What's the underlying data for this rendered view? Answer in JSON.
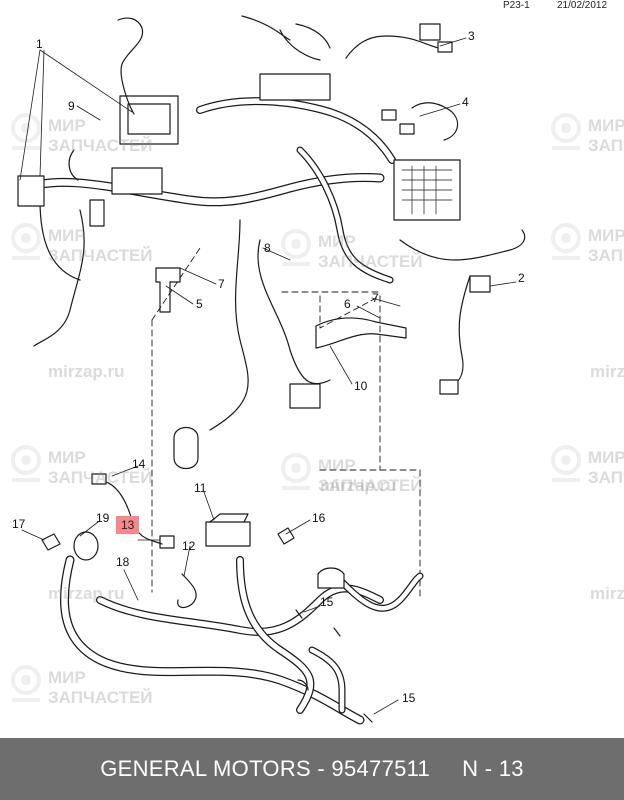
{
  "header": {
    "code": "P23-1",
    "date": "21/02/2012"
  },
  "callouts": [
    {
      "id": "c1",
      "label": "1"
    },
    {
      "id": "c2",
      "label": "2"
    },
    {
      "id": "c3",
      "label": "3"
    },
    {
      "id": "c4",
      "label": "4"
    },
    {
      "id": "c5",
      "label": "5"
    },
    {
      "id": "c6",
      "label": "6"
    },
    {
      "id": "c7a",
      "label": "7"
    },
    {
      "id": "c7b",
      "label": "7"
    },
    {
      "id": "c8",
      "label": "8"
    },
    {
      "id": "c9",
      "label": "9"
    },
    {
      "id": "c10",
      "label": "10"
    },
    {
      "id": "c11",
      "label": "11"
    },
    {
      "id": "c12",
      "label": "12"
    },
    {
      "id": "c13",
      "label": "13",
      "highlighted": true
    },
    {
      "id": "c14",
      "label": "14"
    },
    {
      "id": "c15a",
      "label": "15"
    },
    {
      "id": "c15b",
      "label": "15"
    },
    {
      "id": "c16",
      "label": "16"
    },
    {
      "id": "c17",
      "label": "17"
    },
    {
      "id": "c18",
      "label": "18"
    },
    {
      "id": "c19",
      "label": "19"
    }
  ],
  "watermark": {
    "line1": "МИР",
    "line2": "ЗАПЧАСТЕЙ",
    "site": "mirzap.ru"
  },
  "footer": {
    "brand_part": "GENERAL MOTORS - 95477511",
    "position": "N - 13"
  },
  "colors": {
    "highlight": "#f4888a",
    "footer_bg": "#6e6e6e",
    "line": "#1a1a1a"
  }
}
